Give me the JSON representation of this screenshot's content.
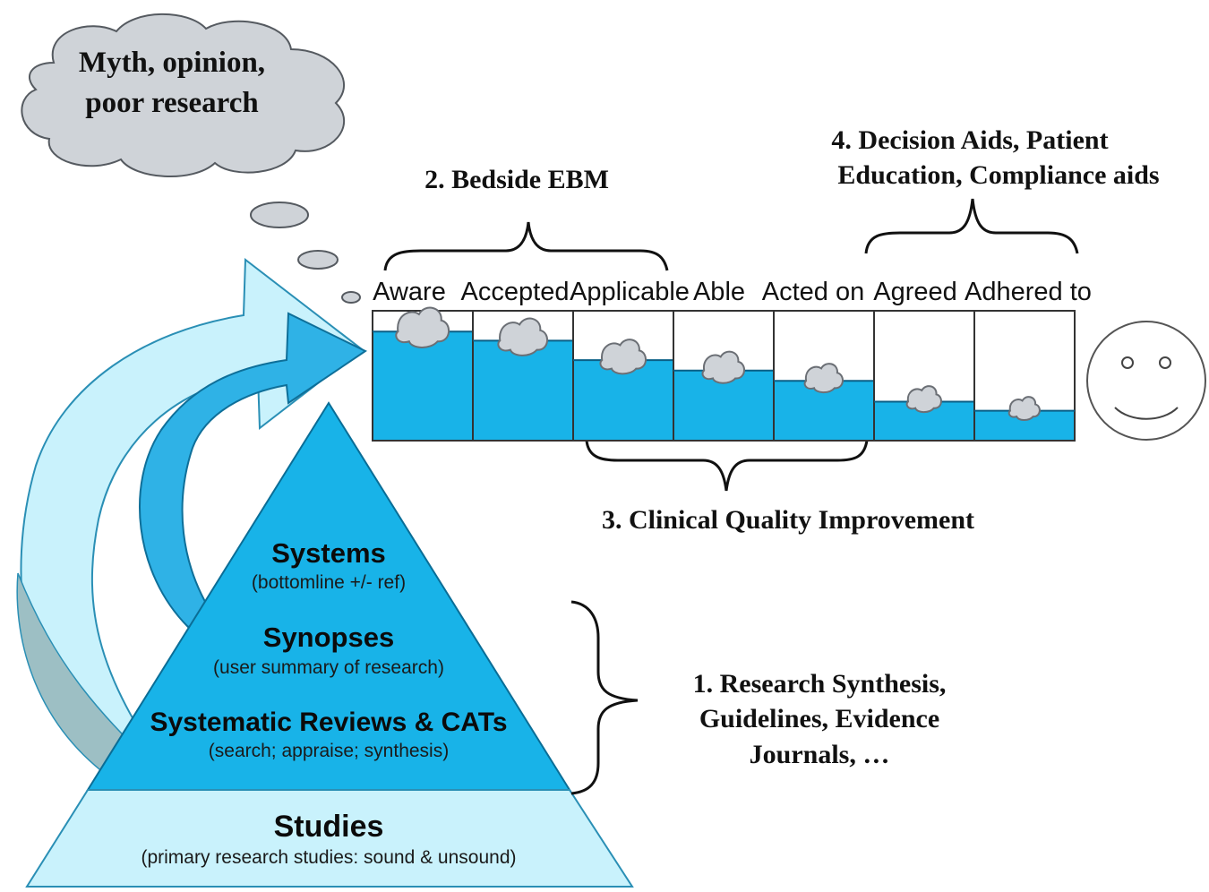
{
  "thought_cloud": {
    "line1": "Myth, opinion,",
    "line2": "poor research"
  },
  "headings": {
    "bedside": "2. Bedside EBM",
    "decision_line1": "4. Decision Aids, Patient",
    "decision_line2": "Education, Compliance aids",
    "quality": "3. Clinical Quality Improvement",
    "synthesis_line1": "1. Research Synthesis,",
    "synthesis_line2": "Guidelines, Evidence",
    "synthesis_line3": "Journals, …"
  },
  "steps": [
    {
      "label": "Aware",
      "level": 0.84
    },
    {
      "label": "Accepted",
      "level": 0.77
    },
    {
      "label": "Applicable",
      "level": 0.62
    },
    {
      "label": "Able",
      "level": 0.54
    },
    {
      "label": "Acted on",
      "level": 0.46
    },
    {
      "label": "Agreed",
      "level": 0.3
    },
    {
      "label": "Adhered to",
      "level": 0.23
    }
  ],
  "pyramid": {
    "systems": "Systems",
    "systems_sub": "(bottomline +/- ref)",
    "synopses": "Synopses",
    "synopses_sub": "(user summary of research)",
    "reviews": "Systematic Reviews & CATs",
    "reviews_sub": "(search; appraise; synthesis)",
    "studies": "Studies",
    "studies_sub": "(primary research studies: sound & unsound)"
  },
  "colors": {
    "pyramid_top": "#18b3e8",
    "pyramid_base": "#c9f2fc",
    "water": "#18b3e8",
    "arrow_outer": "#c9f2fc",
    "arrow_inner": "#2fb2e6",
    "cloud": "#cfd3d8"
  },
  "icons": {
    "face": "smiley-face-icon",
    "cloud": "thought-cloud-icon"
  }
}
